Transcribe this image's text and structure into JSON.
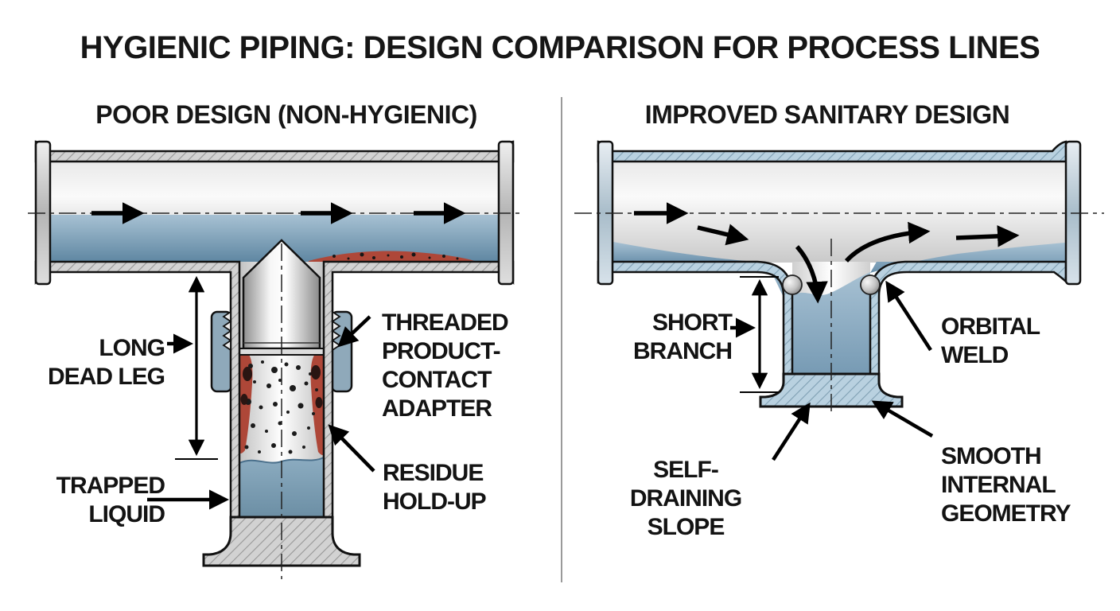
{
  "title": "HYGIENIC PIPING: DESIGN COMPARISON FOR PROCESS LINES",
  "left_panel": {
    "heading": "POOR DESIGN (NON-HYGIENIC)",
    "labels": {
      "long_dead_leg": "LONG\nDEAD LEG",
      "trapped_liquid": "TRAPPED\nLIQUID",
      "threaded_adapter": "THREADED\nPRODUCT-\nCONTACT\nADAPTER",
      "residue_holdup": "RESIDUE\nHOLD-UP"
    }
  },
  "right_panel": {
    "heading": "IMPROVED SANITARY DESIGN",
    "labels": {
      "short_branch": "SHORT\nBRANCH",
      "orbital_weld": "ORBITAL\nWELD",
      "self_draining_slope": "SELF-DRAINING\nSLOPE",
      "smooth_internal_geometry": "SMOOTH\nINTERNAL\nGEOMETRY"
    }
  },
  "colors": {
    "liquid_dark": "#5f87a2",
    "liquid_light": "#a7c1d3",
    "wall_gray": "#d2d2d2",
    "wall_blue": "#b9d1e0",
    "residue_red": "#ae4738",
    "nut_blue_gray": "#8fa9ba",
    "outline": "#111111",
    "text": "#131313",
    "divider_gray": "#9a9a9a"
  }
}
